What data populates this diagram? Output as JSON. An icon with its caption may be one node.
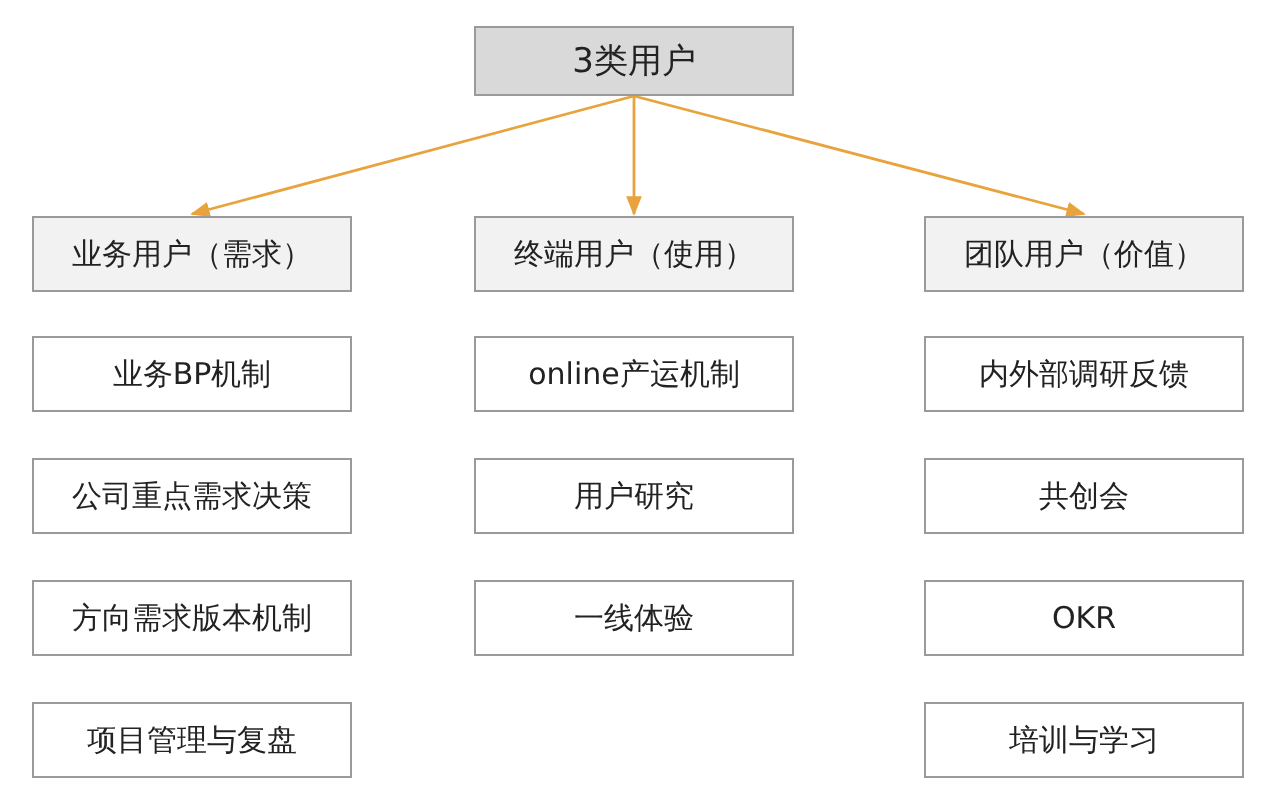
{
  "diagram": {
    "nodes": [
      {
        "text": [
          "3类用户"
        ]
      },
      {
        "text": [
          "业务用户（需求）"
        ]
      },
      {
        "text": [
          "终端用户（使用）"
        ]
      },
      {
        "text": [
          "团队用户（价值）"
        ]
      },
      {
        "text": [
          "业务BP机制"
        ]
      },
      {
        "text": [
          "online产运机制"
        ]
      },
      {
        "text": [
          "内外部调研反馈"
        ]
      },
      {
        "text": [
          "公司重点需求决策"
        ]
      },
      {
        "text": [
          "用户研究"
        ]
      },
      {
        "text": [
          "共创会"
        ]
      },
      {
        "text": [
          "方向需求版本机制"
        ]
      },
      {
        "text": [
          "一线体验"
        ]
      },
      {
        "text": [
          "OKR"
        ]
      },
      {
        "text": [
          "项目管理与复盘"
        ]
      },
      {
        "text": [
          "培训与学习"
        ]
      }
    ],
    "edges": [
      {
        "from": 0,
        "to": 1,
        "arrow": "to"
      },
      {
        "from": 0,
        "to": 2,
        "arrow": "to"
      },
      {
        "from": 0,
        "to": 3,
        "arrow": "to"
      }
    ]
  }
}
